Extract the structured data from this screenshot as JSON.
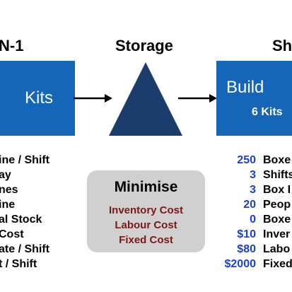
{
  "headings": {
    "left": "N-1",
    "center": "Storage",
    "right": "Sh"
  },
  "left_box": {
    "label": "Kits"
  },
  "right_box": {
    "label": "Build",
    "sublabel": "6 Kits"
  },
  "left_list": [
    "ine / Shift",
    "ay",
    "nes",
    "ine",
    "al Stock",
    " Cost",
    "ate / Shift",
    "t / Shift"
  ],
  "right_list": [
    {
      "value": "250",
      "label": "Boxe"
    },
    {
      "value": "3",
      "label": "Shifts"
    },
    {
      "value": "3",
      "label": "Box I"
    },
    {
      "value": "20",
      "label": "Peop"
    },
    {
      "value": "0",
      "label": "Boxe"
    },
    {
      "value": "$10",
      "label": "Inver"
    },
    {
      "value": "$80",
      "label": "Labo"
    },
    {
      "value": "$2000",
      "label": "Fixed"
    }
  ],
  "minimise": {
    "title": "Minimise",
    "items": [
      "Inventory Cost",
      "Labour Cost",
      "Fixed Cost"
    ]
  },
  "colors": {
    "box_blue": "#1565b8",
    "triangle": "#1b3d6e",
    "value_blue": "#1a3fd1",
    "cost_red": "#7a1a12",
    "panel_gray": "#d0d0d0"
  }
}
